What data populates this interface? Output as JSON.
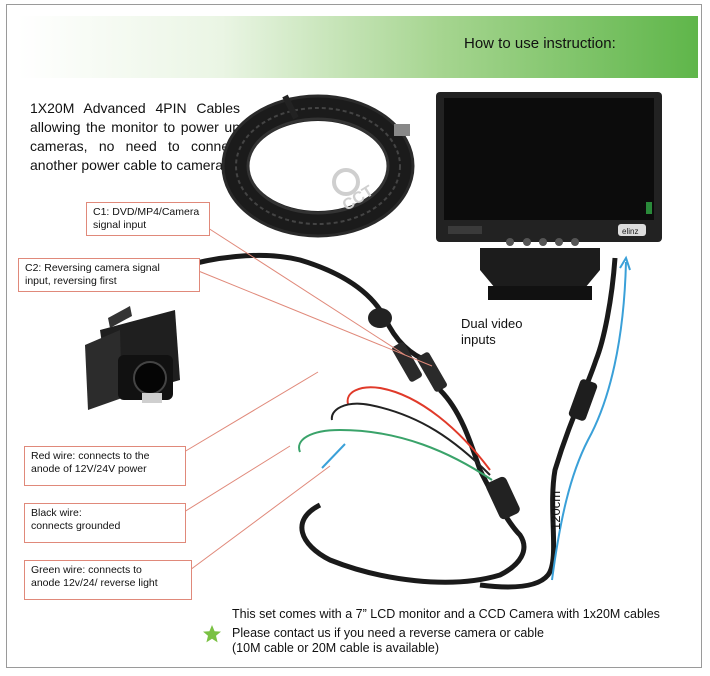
{
  "header": {
    "title": "How to use instruction:"
  },
  "intro": "1X20M Advanced 4PIN Cables allowing the monitor to power up cameras, no need to connect another power cable to camera",
  "callouts": {
    "c1": [
      "C1: DVD/MP4/Camera",
      "signal input"
    ],
    "c2": [
      "C2: Reversing camera signal",
      "input, reversing first"
    ],
    "red": [
      "Red wire: connects to the",
      "anode of 12V/24V power"
    ],
    "black": [
      "Black wire:",
      "connects grounded"
    ],
    "green": [
      "Green wire: connects to",
      "anode 12v/24/ reverse light"
    ]
  },
  "dual_video": [
    "Dual video",
    "inputs"
  ],
  "cable_length": "120cm",
  "monitor_brand": "elinz",
  "watermark": "CCT",
  "footer": {
    "line1": "This set comes with a 7” LCD monitor and a CCD Camera with 1x20M cables",
    "line2": "Please contact us if you need a reverse camera or cable",
    "line3": "(10M cable or 20M cable is available)"
  },
  "colors": {
    "accent_green": "#5fb64a",
    "star": "#7ac143",
    "callout_border": "#e0897a",
    "wire_red": "#e03a2a",
    "wire_green": "#3aa36a",
    "length_arrow": "#3aa0d8"
  }
}
